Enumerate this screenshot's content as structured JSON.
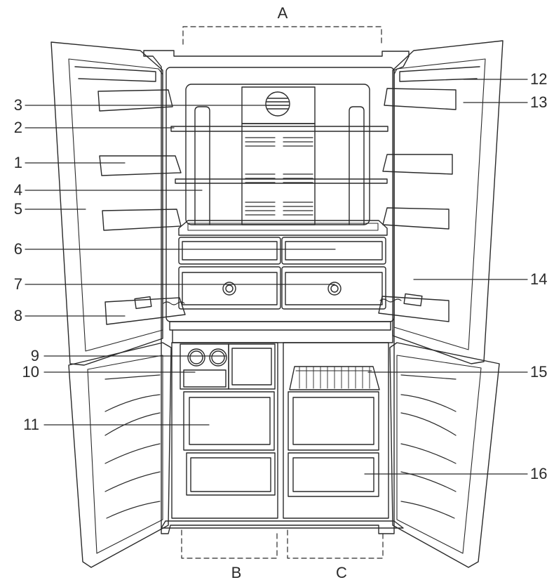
{
  "labels": {
    "zones": {
      "top": "A",
      "bottom_left": "B",
      "bottom_right": "C"
    },
    "parts": [
      "1",
      "2",
      "3",
      "4",
      "5",
      "6",
      "7",
      "8",
      "9",
      "10",
      "11",
      "12",
      "13",
      "14",
      "15",
      "16"
    ]
  }
}
